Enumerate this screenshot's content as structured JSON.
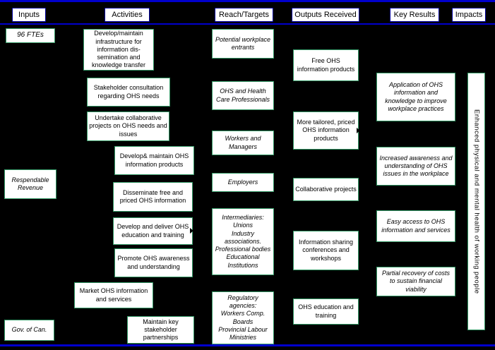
{
  "colors": {
    "background": "#000000",
    "rule_blue": "#0000CC",
    "box_border_green": "#339966",
    "header_border_blue": "#00009C",
    "box_fill": "#FFFFFF",
    "text": "#000000"
  },
  "headers": {
    "inputs": "Inputs",
    "activities": "Activities",
    "reach_targets": "Reach/Targets",
    "outputs_received": "Outputs Received",
    "key_results": "Key Results",
    "impacts": "Impacts"
  },
  "inputs": {
    "ftes": "96 FTEs",
    "revenue": "Respendable Revenue",
    "gov": "Gov. of Can."
  },
  "activities": [
    "Develop/maintain infrastructure for information dis-semination and knowledge transfer",
    "Stakeholder consultation regarding OHS needs",
    "Undertake collaborative projects on OHS needs and issues",
    "Develop& maintain OHS information products",
    "Disseminate free and priced OHS information",
    "Develop and deliver OHS education and training",
    "Promote OHS awareness and understanding",
    "Market OHS information and services",
    "Maintain key stakeholder partnerships"
  ],
  "reach_targets": [
    "Potential workplace entrants",
    "OHS and Health Care Professionals",
    "Workers and Managers",
    "Employers",
    "Intermediaries:\nUnions\nIndustry associations.\nProfessional bodies\nEducational Institutions",
    "Regulatory agencies:\nWorkers Comp.\nBoards\nProvincial Labour\nMinistries"
  ],
  "outputs_received": [
    "Free OHS information products",
    "More tailored, priced OHS information products",
    "Collaborative projects",
    "Information sharing conferences and workshops",
    "OHS education and training"
  ],
  "key_results": [
    "Application of OHS information and knowledge to improve workplace practices",
    "Increased awareness and understanding of OHS issues in the workplace",
    "Easy access to OHS information and services",
    "Partial recovery of costs to sustain financial viability"
  ],
  "impacts": [
    "Enhanced physical and mental health of working people"
  ]
}
